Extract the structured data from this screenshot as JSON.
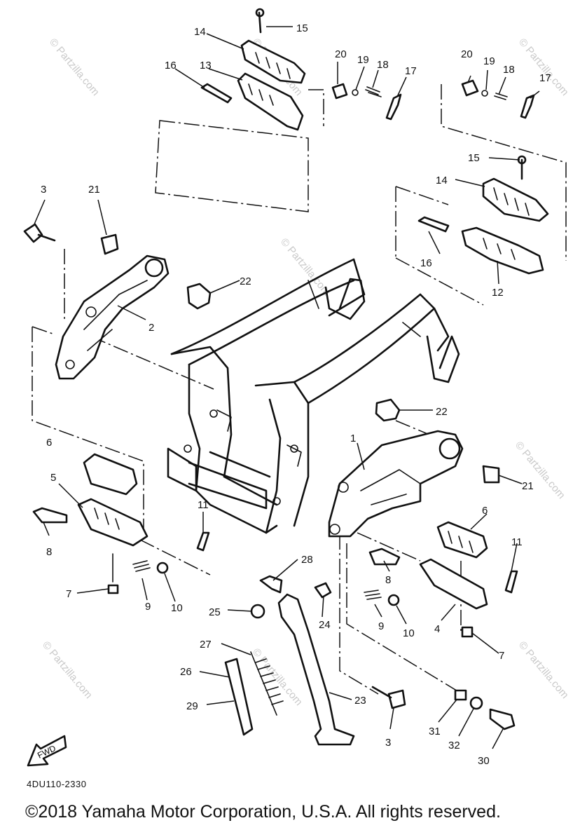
{
  "diagram": {
    "code": "4DU110-2330",
    "copyright": "©2018 Yamaha Motor Corporation, U.S.A. All rights reserved.",
    "watermark": "© Partzilla.com",
    "fwd_label": "FWD"
  },
  "callouts": {
    "c1": "1",
    "c2": "2",
    "c3a": "3",
    "c3b": "3",
    "c4": "4",
    "c5": "5",
    "c6a": "6",
    "c6b": "6",
    "c7a": "7",
    "c7b": "7",
    "c8a": "8",
    "c8b": "8",
    "c9a": "9",
    "c9b": "9",
    "c10a": "10",
    "c10b": "10",
    "c11a": "11",
    "c11b": "11",
    "c12": "12",
    "c13": "13",
    "c14a": "14",
    "c14b": "14",
    "c15a": "15",
    "c15b": "15",
    "c16a": "16",
    "c16b": "16",
    "c17a": "17",
    "c17b": "17",
    "c18a": "18",
    "c18b": "18",
    "c19a": "19",
    "c19b": "19",
    "c20a": "20",
    "c20b": "20",
    "c21a": "21",
    "c21b": "21",
    "c22a": "22",
    "c22b": "22",
    "c23": "23",
    "c24": "24",
    "c25": "25",
    "c26": "26",
    "c27": "27",
    "c28": "28",
    "c29": "29",
    "c30": "30",
    "c31": "31",
    "c32": "32"
  }
}
